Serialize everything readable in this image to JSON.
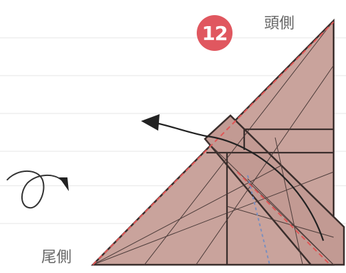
{
  "step": {
    "number": "12",
    "badge_color": "#e0575f"
  },
  "labels": {
    "head_side": "頭側",
    "tail_side": "尾側"
  },
  "colors": {
    "paper_fill": "#c8a39d",
    "paper_fill_dark": "#b58b84",
    "outline": "#3a2e2c",
    "valley_fold": "#e05555",
    "mountain_fold": "#7a8fbf",
    "arrow": "#222222",
    "guide_lines": "#e6e6e6"
  },
  "icons": {
    "turn_over": "turn-over-icon",
    "fold_arrow": "curved-arrow-icon"
  }
}
